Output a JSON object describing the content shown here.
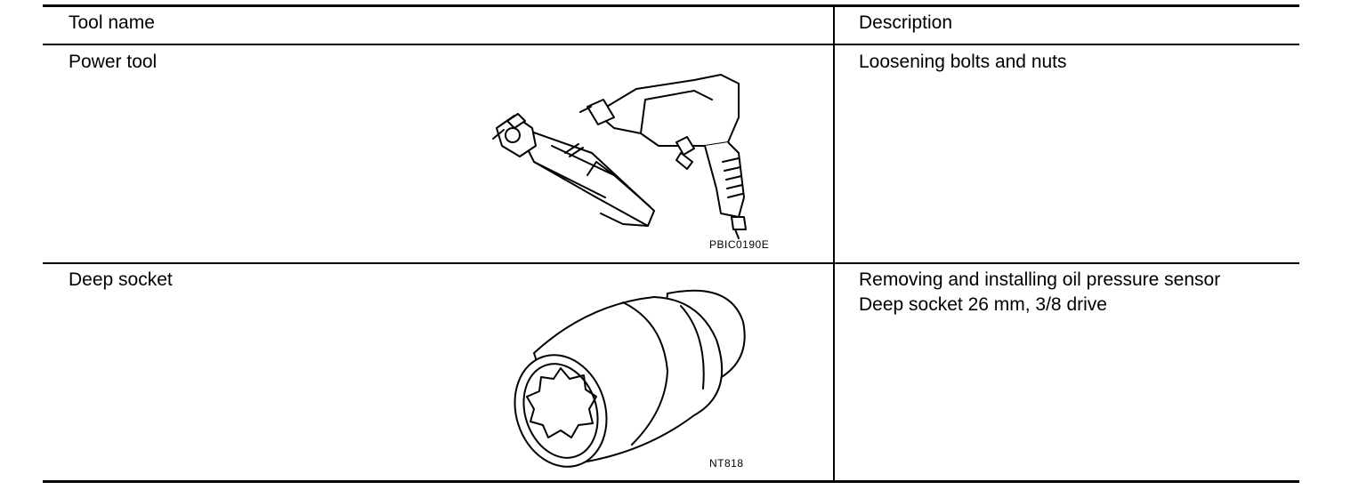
{
  "table": {
    "headers": {
      "tool_name": "Tool name",
      "description": "Description"
    },
    "rows": [
      {
        "tool_name": "Power tool",
        "image_code": "PBIC0190E",
        "description": [
          "Loosening bolts and nuts"
        ]
      },
      {
        "tool_name": "Deep socket",
        "image_code": "NT818",
        "description": [
          "Removing and installing oil pressure sensor",
          "Deep socket 26 mm, 3/8 drive"
        ]
      }
    ]
  }
}
